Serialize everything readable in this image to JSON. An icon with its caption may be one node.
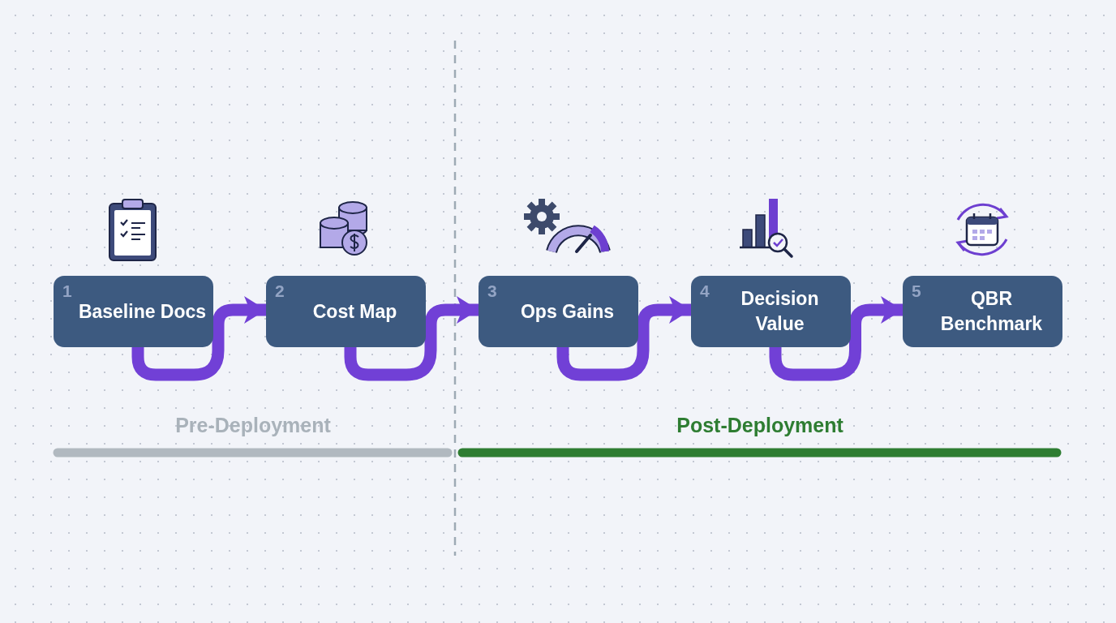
{
  "diagram": {
    "nodes": [
      {
        "text": [
          "1",
          "Baseline Docs"
        ]
      },
      {
        "text": [
          "2",
          "Cost Map"
        ]
      },
      {
        "text": [
          "3",
          "Ops Gains"
        ]
      },
      {
        "text": [
          "4",
          "Decision Value"
        ]
      },
      {
        "text": [
          "5",
          "QBR Benchmark"
        ]
      }
    ],
    "edges": [
      {
        "from": 0,
        "to": 1,
        "arrow": "to"
      },
      {
        "from": 1,
        "to": 2,
        "arrow": "to"
      },
      {
        "from": 2,
        "to": 3,
        "arrow": "to"
      },
      {
        "from": 3,
        "to": 4,
        "arrow": "to"
      }
    ],
    "labels": [
      "Pre-Deployment",
      "Post-Deployment"
    ]
  }
}
